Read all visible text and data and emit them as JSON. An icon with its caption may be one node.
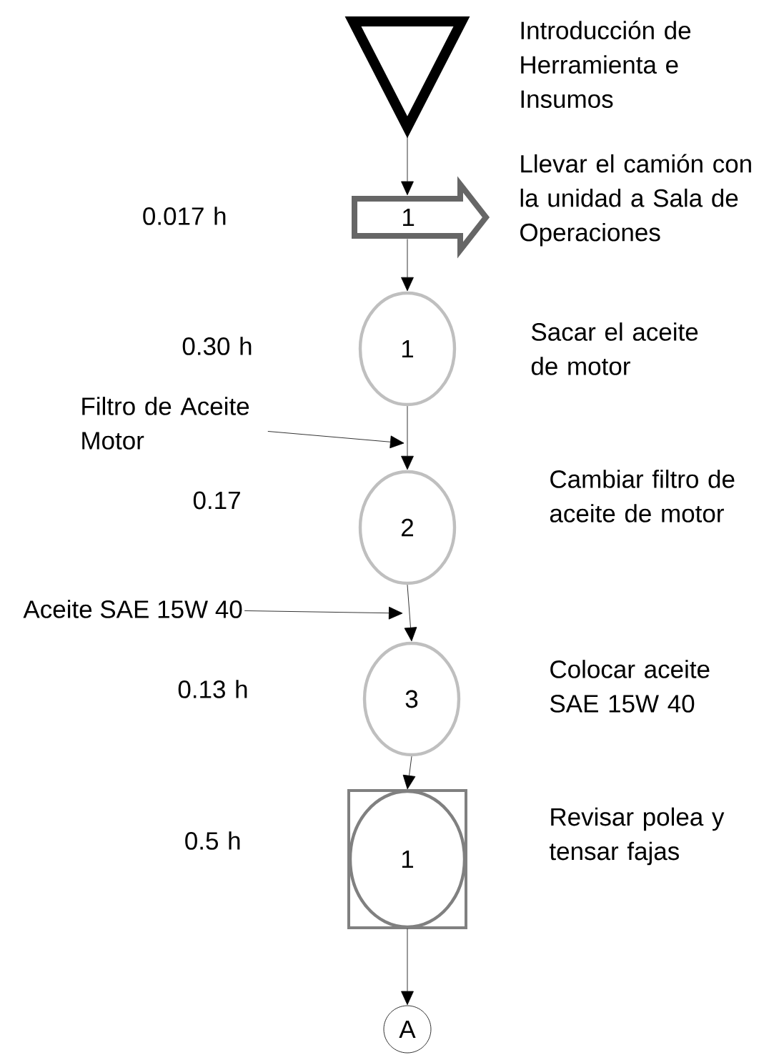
{
  "diagram": {
    "nodes": [
      {
        "text": [],
        "shape": "triangle",
        "beside": [
          "Introducción de Herramienta e Insumos"
        ]
      },
      {
        "text": [
          "1"
        ],
        "beside": [
          "Llevar el camión con la unidad a Sala de Operaciones"
        ]
      },
      {
        "text": [
          "1"
        ],
        "beside": [
          "Sacar el aceite de motor"
        ]
      },
      {
        "text": [
          "Filtro de Aceite Motor"
        ]
      },
      {
        "text": [
          "2"
        ]
      },
      {
        "text": [
          "Aceite SAE 15W 40"
        ]
      },
      {
        "text": [
          "3"
        ]
      },
      {
        "text": [
          "1"
        ],
        "beside": [
          "Revisar polea y tensar fajas"
        ]
      },
      {
        "text": [
          "A"
        ]
      }
    ],
    "edges": [
      {
        "from": 0,
        "to": 1,
        "arrow": "to"
      },
      {
        "from": 1,
        "to": 2,
        "arrow": "to"
      },
      {
        "from": 2,
        "to": 4,
        "arrow": "to"
      },
      {
        "from": 3,
        "to": null,
        "arrow": "to"
      },
      {
        "from": 4,
        "to": 6,
        "arrow": "to"
      },
      {
        "from": 5,
        "to": null,
        "arrow": "to"
      },
      {
        "from": 6,
        "to": 7,
        "arrow": "to"
      },
      {
        "from": 7,
        "to": 8,
        "arrow": "to"
      }
    ],
    "labels": [
      "0.017 h",
      "0.30 h",
      "0.17",
      "Cambiar filtro de aceite de motor",
      "0.13 h",
      "Colocar aceite SAE 15W 40",
      "0.5 h"
    ]
  }
}
